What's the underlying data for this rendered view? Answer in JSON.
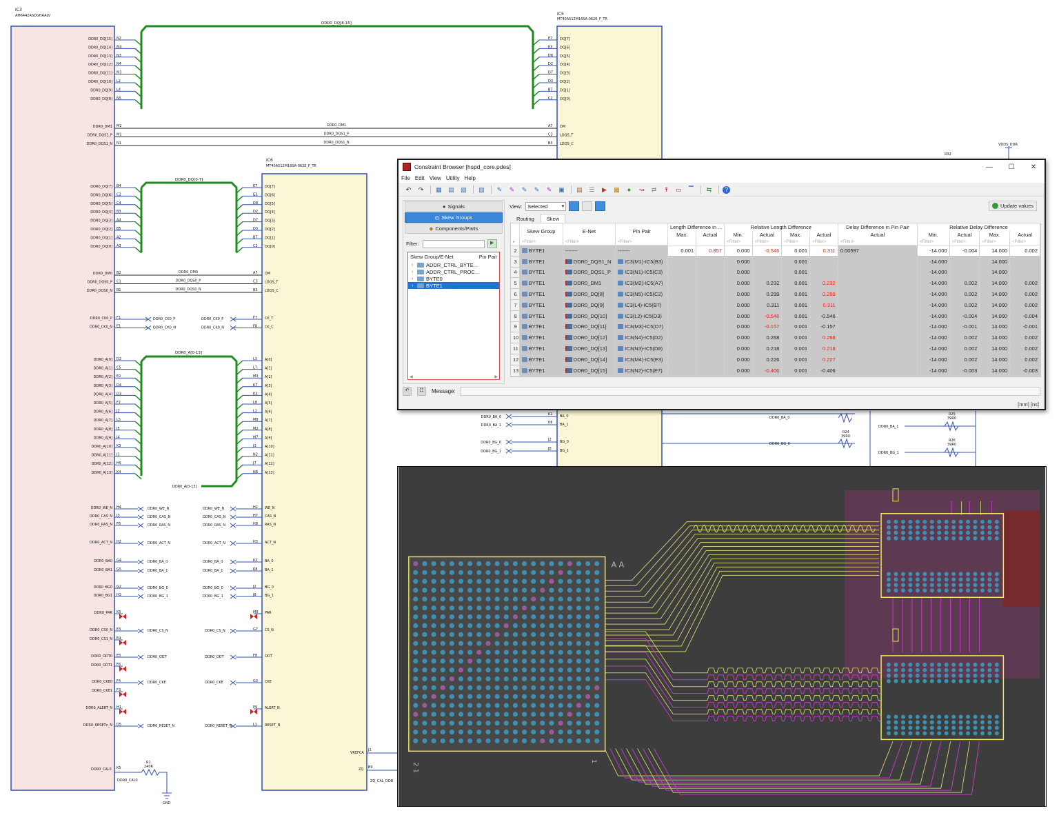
{
  "schematic": {
    "ic3": {
      "ref": "IC3",
      "part": "AM6442ASDGHAALV"
    },
    "ic5": {
      "ref": "IC5",
      "part": "MT40A512M16SA-062E_F_TR"
    },
    "ic6": {
      "ref": "IC6",
      "part": "MT40A512M16SA-062E_F_TR"
    },
    "bus_dq_hi": "DDR0_DQ[8-15]",
    "bus_dq_lo": "DDR0_DQ[0-7]",
    "bus_a": "DDR0_A[0-13]",
    "bus_a_end": "DDR0_A[0-13]",
    "ic3_pins_top": [
      {
        "net": "DDR0_DQ[15]",
        "pin": "N2"
      },
      {
        "net": "DDR0_DQ[14]",
        "pin": "M4"
      },
      {
        "net": "DDR0_DQ[13]",
        "pin": "N3"
      },
      {
        "net": "DDR0_DQ[12]",
        "pin": "N4"
      },
      {
        "net": "DDR0_DQ[11]",
        "pin": "M3"
      },
      {
        "net": "DDR0_DQ[10]",
        "pin": "L2"
      },
      {
        "net": "DDR0_DQ[9]",
        "pin": "L4"
      },
      {
        "net": "DDR0_DQ[8]",
        "pin": "N5"
      }
    ],
    "ic5_pins_top": [
      {
        "pin": "E7",
        "net": "DQ[7]"
      },
      {
        "pin": "E3",
        "net": "DQ[6]"
      },
      {
        "pin": "D8",
        "net": "DQ[5]"
      },
      {
        "pin": "D2",
        "net": "DQ[4]"
      },
      {
        "pin": "D7",
        "net": "DQ[3]"
      },
      {
        "pin": "D3",
        "net": "DQ[2]"
      },
      {
        "pin": "B7",
        "net": "DQ[1]"
      },
      {
        "pin": "C2",
        "net": "DQ[0]"
      }
    ],
    "dm_rows": [
      {
        "left": "DDR0_DM1",
        "pin": "M2",
        "mid": "DDR0_DM1",
        "rpin": "A7",
        "rnet": "DM"
      },
      {
        "left": "DDR0_DQS1_P",
        "pin": "M1",
        "mid": "DDR0_DQS1_P",
        "rpin": "C3",
        "rnet": "LDQS_T"
      },
      {
        "left": "DDR0_DQS1_N",
        "pin": "N1",
        "mid": "DDR0_DQS1_N",
        "rpin": "B3",
        "rnet": "LDQS_C"
      }
    ],
    "ic3_pins_dq_lo": [
      {
        "net": "DDR0_DQ[7]",
        "pin": "B4"
      },
      {
        "net": "DDR0_DQ[6]",
        "pin": "C2"
      },
      {
        "net": "DDR0_DQ[5]",
        "pin": "C4"
      },
      {
        "net": "DDR0_DQ[4]",
        "pin": "B3"
      },
      {
        "net": "DDR0_DQ[3]",
        "pin": "A4"
      },
      {
        "net": "DDR0_DQ[2]",
        "pin": "B5"
      },
      {
        "net": "DDR0_DQ[1]",
        "pin": "A2"
      },
      {
        "net": "DDR0_DQ[0]",
        "pin": "A3"
      }
    ],
    "ic6_pins_dq_lo": [
      {
        "pin": "E7",
        "net": "DQ[7]"
      },
      {
        "pin": "E3",
        "net": "DQ[6]"
      },
      {
        "pin": "D8",
        "net": "DQ[5]"
      },
      {
        "pin": "D2",
        "net": "DQ[4]"
      },
      {
        "pin": "D7",
        "net": "DQ[3]"
      },
      {
        "pin": "D3",
        "net": "DQ[2]"
      },
      {
        "pin": "B7",
        "net": "DQ[1]"
      },
      {
        "pin": "C2",
        "net": "DQ[0]"
      }
    ],
    "dm0_rows": [
      {
        "left": "DDR0_DM0",
        "pin": "B2",
        "mid": "DDR0_DM0",
        "rpin": "A7",
        "rnet": "DM"
      },
      {
        "left": "DDR0_DQS0_P",
        "pin": "C1",
        "mid": "DDR0_DQS0_P",
        "rpin": "C3",
        "rnet": "LDQS_T"
      },
      {
        "left": "DDR0_DQS0_N",
        "pin": "B1",
        "mid": "DDR0_DQS0_N",
        "rpin": "B3",
        "rnet": "LDQS_C"
      }
    ],
    "ck_rows": [
      {
        "left": "DDR0_CK0_P",
        "pin": "F1",
        "mid": "DDR0_CK0_P",
        "mid2": "DDR0_CK0_P",
        "rpin": "F7",
        "rnet": "CK_T"
      },
      {
        "left": "DDR0_CK0_N",
        "pin": "E1",
        "mid": "DDR0_CK0_N",
        "mid2": "DDR0_CK0_N",
        "rpin": "F8",
        "rnet": "CK_C"
      }
    ],
    "a_rows": [
      {
        "net": "DDR0_A[0]",
        "pin": "D2",
        "rpin": "L3",
        "rnet": "A[0]"
      },
      {
        "net": "DDR0_A[1]",
        "pin": "C5",
        "rpin": "L7",
        "rnet": "A[1]"
      },
      {
        "net": "DDR0_A[2]",
        "pin": "E2",
        "rpin": "M3",
        "rnet": "A[2]"
      },
      {
        "net": "DDR0_A[3]",
        "pin": "D4",
        "rpin": "K7",
        "rnet": "A[3]"
      },
      {
        "net": "DDR0_A[4]",
        "pin": "D3",
        "rpin": "K3",
        "rnet": "A[4]"
      },
      {
        "net": "DDR0_A[5]",
        "pin": "F2",
        "rpin": "L8",
        "rnet": "A[5]"
      },
      {
        "net": "DDR0_A[6]",
        "pin": "J2",
        "rpin": "L2",
        "rnet": "A[6]"
      },
      {
        "net": "DDR0_A[7]",
        "pin": "L5",
        "rpin": "M8",
        "rnet": "A[7]"
      },
      {
        "net": "DDR0_A[8]",
        "pin": "J5",
        "rpin": "M2",
        "rnet": "A[8]"
      },
      {
        "net": "DDR0_A[9]",
        "pin": "J4",
        "rpin": "M7",
        "rnet": "A[9]"
      },
      {
        "net": "DDR0_A[10]",
        "pin": "K3",
        "rpin": "J3",
        "rnet": "A[10]"
      },
      {
        "net": "DDR0_A[11]",
        "pin": "J1",
        "rpin": "N2",
        "rnet": "A[11]"
      },
      {
        "net": "DDR0_A[12]",
        "pin": "H5",
        "rpin": "J7",
        "rnet": "A[12]"
      },
      {
        "net": "DDR0_A[13]",
        "pin": "K4",
        "rpin": "N8",
        "rnet": "A[13]"
      }
    ],
    "ctrl_rows": [
      {
        "left": "DDR0_WE_N",
        "pin": "H4",
        "mid": "DDR0_WE_N",
        "mid2": "DDR0_WE_N",
        "rpin": "H2",
        "rnet": "WE_N"
      },
      {
        "left": "DDR0_CAS_N",
        "pin": "J3",
        "mid": "DDR0_CAS_N",
        "mid2": "DDR0_CAS_N",
        "rpin": "H7",
        "rnet": "CAS_N"
      },
      {
        "left": "DDR0_RAS_N",
        "pin": "F6",
        "mid": "DDR0_RAS_N",
        "mid2": "DDR0_RAS_N",
        "rpin": "H8",
        "rnet": "RAS_N"
      },
      {
        "left": "DDR0_ACT_N",
        "pin": "H2",
        "mid": "DDR0_ACT_N",
        "mid2": "DDR0_ACT_N",
        "rpin": "H3",
        "rnet": "ACT_N"
      },
      {
        "left": "DDR0_BA0",
        "pin": "G4",
        "mid": "DDR0_BA_0",
        "mid2": "DDR0_BA_0",
        "rpin": "K2",
        "rnet": "BA_0"
      },
      {
        "left": "DDR0_BA1",
        "pin": "G5",
        "mid": "DDR0_BA_1",
        "mid2": "DDR0_BA_1",
        "rpin": "K8",
        "rnet": "BA_1"
      },
      {
        "left": "DDR0_BG0",
        "pin": "G2",
        "mid": "DDR0_BG_0",
        "mid2": "DDR0_BG_0",
        "rpin": "J2",
        "rnet": "BG_0"
      },
      {
        "left": "DDR0_BG1",
        "pin": "H3",
        "mid": "DDR0_BG_1",
        "mid2": "DDR0_BG_1",
        "rpin": "J8",
        "rnet": "BG_1"
      }
    ],
    "misc_rows": [
      {
        "left": "DDR0_PAR",
        "pin": "K5",
        "rpin": "M8",
        "rnet": "PAR"
      },
      {
        "left": "DDR0_CS0_N",
        "pin": "E3",
        "mid": "DDR0_CS_N",
        "mid2": "DDR0_CS_N",
        "rpin": "G7",
        "rnet": "CS_N"
      },
      {
        "left": "DDR0_CS1_N",
        "pin": "E4"
      },
      {
        "left": "DDR0_ODT0",
        "pin": "E5",
        "mid": "DDR0_ODT",
        "mid2": "DDR0_ODT",
        "rpin": "F8",
        "rnet": "ODT"
      },
      {
        "left": "DDR0_ODT1",
        "pin": "F6"
      },
      {
        "left": "DDR0_CKE0",
        "pin": "F4",
        "mid": "DDR0_CKE",
        "mid2": "DDR0_CKE",
        "rpin": "G3",
        "rnet": "CKE"
      },
      {
        "left": "DDR0_CKE1",
        "pin": "F3"
      },
      {
        "left": "DDR0_ALERT_N",
        "pin": "H1",
        "rpin": "P9",
        "rnet": "ALERT_N"
      },
      {
        "left": "DDR0_RESETn_N",
        "pin": "D5",
        "mid": "DDR0_RESET_N",
        "mid2": "DDR0_RESET_N",
        "rpin": "L1",
        "rnet": "RESET_N"
      }
    ],
    "cal": {
      "net": "DDR0_CAL0",
      "pin": "K5",
      "net2": "DDR0_CAL0",
      "res_ref": "R1",
      "res_val": "240R",
      "gnd": "GND"
    },
    "vref": {
      "net": "VREFCA",
      "pin": "J1",
      "zq": "ZQ",
      "zqpin": "B9",
      "zqnet": "ZQ_CAL_DDR"
    },
    "right_side": {
      "vdd": "VDDS_DDR",
      "r32": "R32",
      "ba0": "DDR0_BA_0",
      "ba1": "DDR0_BA_1",
      "bg0": "DDR0_BG_0",
      "bg1": "DDR0_BG_1",
      "r24": "R24",
      "r24v": "39R0",
      "r25": "R25",
      "r25v": "39R0",
      "r26": "R26",
      "r26v": "39R0"
    },
    "ic5_low": [
      {
        "left": "DDR0_BA_0",
        "pin": "K2",
        "rnet": "BA_0"
      },
      {
        "left": "DDR0_BA_1",
        "pin": "K8",
        "rnet": "BA_1"
      },
      {
        "left": "DDR0_BG_0",
        "pin": "J2",
        "rnet": "BG_0"
      },
      {
        "left": "DDR0_BG_1",
        "pin": "J8",
        "rnet": "BG_1"
      }
    ]
  },
  "constraint_browser": {
    "title": "Constraint Browser [hspd_core.pdes]",
    "menu": [
      "File",
      "Edit",
      "View",
      "Utility",
      "Help"
    ],
    "nav": {
      "signals": "Signals",
      "skew_groups": "Skew Groups",
      "components": "Components/Parts"
    },
    "filter_label": "Filter:",
    "tree_head": {
      "col1": "Skew Group/E-Net",
      "col2": "Pin Pair"
    },
    "tree_items": [
      "ADDR_CTRL_BYTE...",
      "ADDR_CTRL_PROC...",
      "BYTE0",
      "BYTE1"
    ],
    "view_label": "View:",
    "view_value": "Selected",
    "update_label": "Update values",
    "tabs": [
      "Routing",
      "Skew"
    ],
    "headers_top": {
      "skew_group": "Skew Group",
      "enet": "E-Net",
      "pinpair": "Pin Pair",
      "len_diff": "Length Difference in ...",
      "rel_len": "Relative Length Difference",
      "delay_diff": "Delay Difference in Pin Pair",
      "rel_delay": "Relative Delay Difference"
    },
    "headers_sub": {
      "max": "Max.",
      "actual": "Actual",
      "min": "Min."
    },
    "filter_placeholder": "<Filter>",
    "rows": [
      {
        "i": "2",
        "sg": "BYTE1",
        "net": "-------",
        "pp": "-------",
        "lmax": "0.001",
        "lact": "0.857",
        "rmin": "0.000",
        "ract": "-0.546",
        "rmax": "0.001",
        "ract2": "0.311",
        "dact": "0.00597",
        "dmin": "-14.000",
        "dact2": "-0.004",
        "dmax": "14.000",
        "dact3": "0.002"
      },
      {
        "i": "3",
        "sg": "BYTE1",
        "net": "DDR0_DQS1_N",
        "pp": "IC3(M1)-IC5(B3)",
        "lmax": "",
        "lact": "",
        "rmin": "0.000",
        "ract": "",
        "rmax": "0.001",
        "ract2": "",
        "dact": "",
        "dmin": "-14.000",
        "dact2": "",
        "dmax": "14.000",
        "dact3": ""
      },
      {
        "i": "4",
        "sg": "BYTE1",
        "net": "DDR0_DQS1_P",
        "pp": "IC3(N1)-IC5(C3)",
        "lmax": "",
        "lact": "",
        "rmin": "0.000",
        "ract": "",
        "rmax": "0.001",
        "ract2": "",
        "dact": "",
        "dmin": "-14.000",
        "dact2": "",
        "dmax": "14.000",
        "dact3": ""
      },
      {
        "i": "5",
        "sg": "BYTE1",
        "net": "DDR0_DM1",
        "pp": "IC3(M2)-IC5(A7)",
        "lmax": "",
        "lact": "",
        "rmin": "0.000",
        "ract": "0.232",
        "rmax": "0.001",
        "ract2": "0.232",
        "dact": "",
        "dmin": "-14.000",
        "dact2": "0.002",
        "dmax": "14.000",
        "dact3": "0.002"
      },
      {
        "i": "6",
        "sg": "BYTE1",
        "net": "DDR0_DQ[8]",
        "pp": "IC3(N5)-IC5(C2)",
        "lmax": "",
        "lact": "",
        "rmin": "0.000",
        "ract": "0.299",
        "rmax": "0.001",
        "ract2": "0.299",
        "dact": "",
        "dmin": "-14.000",
        "dact2": "0.002",
        "dmax": "14.000",
        "dact3": "0.002"
      },
      {
        "i": "7",
        "sg": "BYTE1",
        "net": "DDR0_DQ[9]",
        "pp": "IC3(L4)-IC5(B7)",
        "lmax": "",
        "lact": "",
        "rmin": "0.000",
        "ract": "0.311",
        "rmax": "0.001",
        "ract2": "0.311",
        "dact": "",
        "dmin": "-14.000",
        "dact2": "0.002",
        "dmax": "14.000",
        "dact3": "0.002"
      },
      {
        "i": "8",
        "sg": "BYTE1",
        "net": "DDR0_DQ[10]",
        "pp": "IC3(L2)-IC5(D3)",
        "lmax": "",
        "lact": "",
        "rmin": "0.000",
        "ract": "-0.546",
        "rmax": "0.001",
        "ract2": "-0.546",
        "dact": "",
        "dmin": "-14.000",
        "dact2": "-0.004",
        "dmax": "14.000",
        "dact3": "-0.004"
      },
      {
        "i": "9",
        "sg": "BYTE1",
        "net": "DDR0_DQ[11]",
        "pp": "IC3(M3)-IC5(D7)",
        "lmax": "",
        "lact": "",
        "rmin": "0.000",
        "ract": "-0.157",
        "rmax": "0.001",
        "ract2": "-0.157",
        "dact": "",
        "dmin": "-14.000",
        "dact2": "-0.001",
        "dmax": "14.000",
        "dact3": "-0.001"
      },
      {
        "i": "10",
        "sg": "BYTE1",
        "net": "DDR0_DQ[12]",
        "pp": "IC3(N4)-IC5(D2)",
        "lmax": "",
        "lact": "",
        "rmin": "0.000",
        "ract": "0.268",
        "rmax": "0.001",
        "ract2": "0.268",
        "dact": "",
        "dmin": "-14.000",
        "dact2": "0.002",
        "dmax": "14.000",
        "dact3": "0.002"
      },
      {
        "i": "11",
        "sg": "BYTE1",
        "net": "DDR0_DQ[13]",
        "pp": "IC3(N3)-IC5(D8)",
        "lmax": "",
        "lact": "",
        "rmin": "0.000",
        "ract": "0.218",
        "rmax": "0.001",
        "ract2": "0.218",
        "dact": "",
        "dmin": "-14.000",
        "dact2": "0.002",
        "dmax": "14.000",
        "dact3": "0.002"
      },
      {
        "i": "12",
        "sg": "BYTE1",
        "net": "DDR0_DQ[14]",
        "pp": "IC3(M4)-IC5(E3)",
        "lmax": "",
        "lact": "",
        "rmin": "0.000",
        "ract": "0.226",
        "rmax": "0.001",
        "ract2": "0.227",
        "dact": "",
        "dmin": "-14.000",
        "dact2": "0.002",
        "dmax": "14.000",
        "dact3": "0.002"
      },
      {
        "i": "13",
        "sg": "BYTE1",
        "net": "DDR0_DQ[15]",
        "pp": "IC3(N2)-IC5(E7)",
        "lmax": "",
        "lact": "",
        "rmin": "0.000",
        "ract": "-0.406",
        "rmax": "0.001",
        "ract2": "-0.406",
        "dact": "",
        "dmin": "-14.000",
        "dact2": "-0.003",
        "dmax": "14.000",
        "dact3": "-0.003"
      }
    ],
    "red_cells": {
      "0": [
        "lact",
        "ract",
        "ract2"
      ],
      "3": [
        "ract2"
      ],
      "4": [
        "ract2"
      ],
      "5": [
        "ract2"
      ],
      "6": [
        "ract"
      ],
      "7": [
        "ract"
      ],
      "8": [
        "ract2"
      ],
      "9": [
        "ract2"
      ],
      "10": [
        "ract2"
      ],
      "11": [
        "ract"
      ]
    },
    "message_label": "Message:",
    "units": "[mm]  [ns]"
  },
  "pcb": {
    "labels": {
      "aa": "A A",
      "n21": "2 1",
      "n1": "1"
    },
    "colors": {
      "bg": "#3d3d3d",
      "outline": "#e8e85a",
      "pad": "#3f8fb0",
      "trace_yellow": "#c9c96a",
      "trace_magenta": "#c23ac2",
      "plane": "#6a3a5a"
    }
  }
}
